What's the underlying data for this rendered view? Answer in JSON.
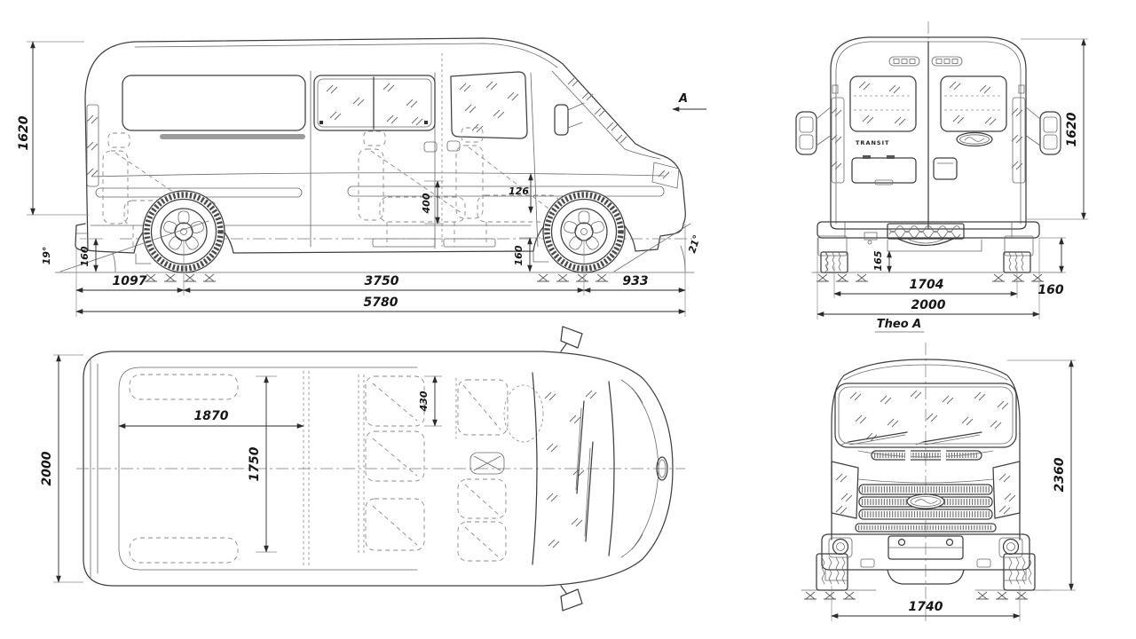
{
  "side": {
    "height": "1620",
    "departure_angle": "19°",
    "rear_clearance": "160",
    "rear_overhang": "1097",
    "wheelbase": "3750",
    "front_overhang": "933",
    "overall_length": "5780",
    "front_clearance": "160",
    "approach_angle": "21°",
    "seat_height": "400",
    "seat_detail": "126",
    "view_arrow": "A"
  },
  "rear": {
    "height": "1620",
    "hitch_clearance": "165",
    "track": "1704",
    "overall_width": "2000",
    "bumper_clearance": "160",
    "badge": "TRANSIT"
  },
  "top": {
    "overall_width": "2000",
    "cargo_length": "1870",
    "interior_width": "1750",
    "seat_width": "430"
  },
  "front": {
    "caption": "Theo A",
    "overall_height": "2360",
    "track": "1740"
  },
  "colors": {
    "line": "#3f3f3f",
    "dimension": "#2a2a2a",
    "background": "#ffffff"
  }
}
